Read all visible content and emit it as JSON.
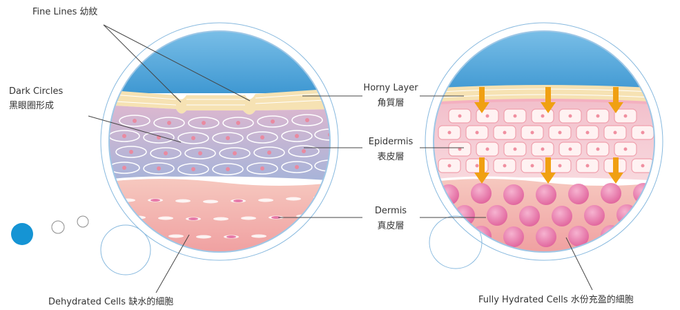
{
  "labels": {
    "fine_lines": "Fine Lines 幼紋",
    "dark_circles_en": "Dark Circles",
    "dark_circles_zh": "黑眼圈形成",
    "horny_en": "Horny Layer",
    "horny_zh": "角質層",
    "epidermis_en": "Epidermis",
    "epidermis_zh": "表皮層",
    "dermis_en": "Dermis",
    "dermis_zh": "真皮層",
    "dehydrated": "Dehydrated Cells 缺水的細胞",
    "hydrated": "Fully Hydrated Cells 水份充盈的細胞"
  },
  "colors": {
    "sky": "#4ba3d6",
    "cyan_dot": "#1594d4",
    "outline": "#86b8de",
    "horny": "#f7e4b2",
    "epidermis_dry": "#b9b3d4",
    "epidermis_hydrated": "#f4c7cf",
    "dermis": "#f1a5a3",
    "cell_pink": "#e66aa0",
    "arrow": "#f0a012",
    "line": "#555555"
  }
}
